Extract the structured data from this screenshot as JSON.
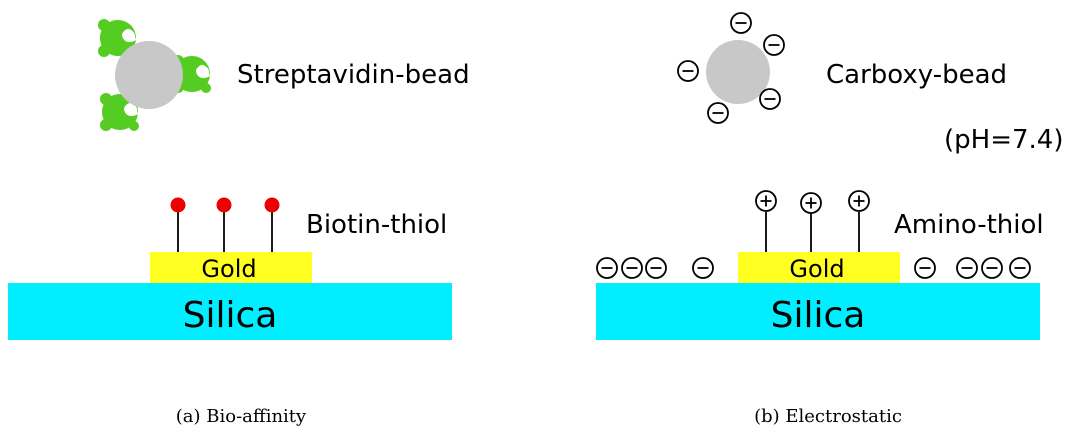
{
  "panel_a": {
    "bead_label": "Streptavidin-bead",
    "thiol_label": "Biotin-thiol",
    "gold_label": "Gold",
    "substrate_label": "Silica",
    "caption": "(a) Bio-affinity"
  },
  "panel_b": {
    "bead_label": "Carboxy-bead",
    "ph_label": "(pH=7.4)",
    "thiol_label": "Amino-thiol",
    "gold_label": "Gold",
    "substrate_label": "Silica",
    "caption": "(b) Electrostatic"
  },
  "colors": {
    "bead": "#c8c8c8",
    "streptavidin": "#55cc22",
    "biotin": "#ee0000",
    "gold": "#ffff22",
    "silica": "#00eeff"
  }
}
